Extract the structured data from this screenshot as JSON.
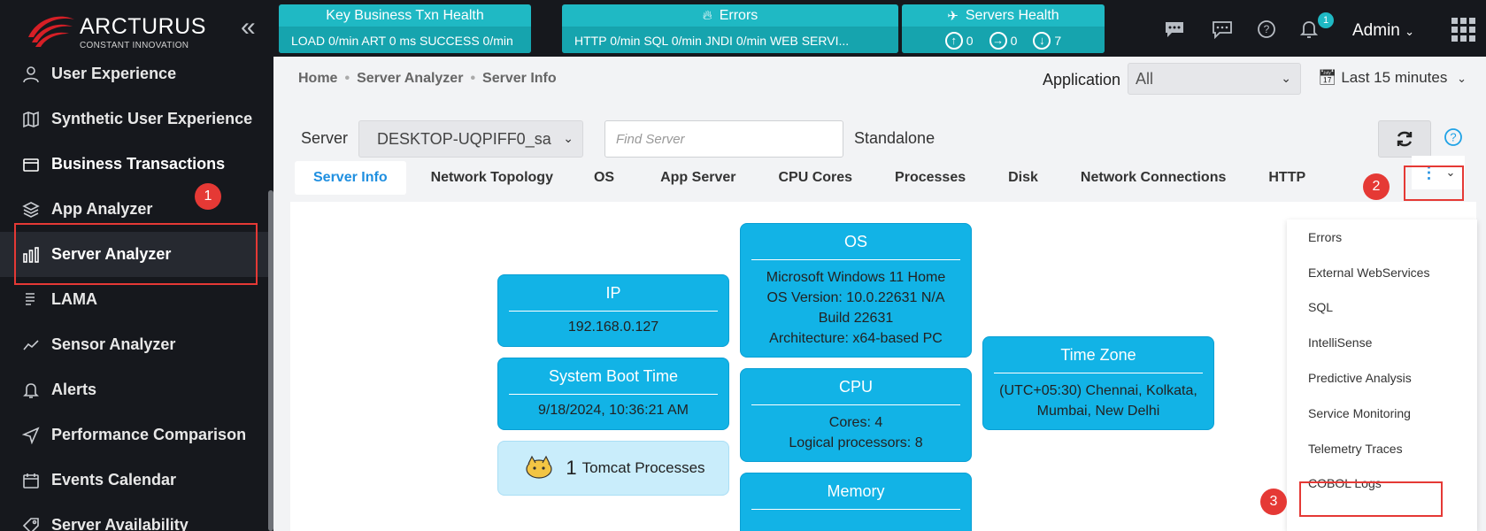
{
  "brand": {
    "name": "ARCTURUS",
    "tagline": "CONSTANT INNOVATION",
    "accent": "#1fb9c4"
  },
  "sidebar": {
    "collapse_glyph": "«",
    "items": [
      {
        "label": "User Experience",
        "icon": "user-icon"
      },
      {
        "label": "Synthetic User Experience",
        "icon": "map-icon"
      },
      {
        "label": "Business Transactions",
        "icon": "folder-icon"
      },
      {
        "label": "App Analyzer",
        "icon": "layers-icon"
      },
      {
        "label": "Server Analyzer",
        "icon": "bar-chart-icon"
      },
      {
        "label": "LAMA",
        "icon": "list-icon"
      },
      {
        "label": "Sensor Analyzer",
        "icon": "trend-icon"
      },
      {
        "label": "Alerts",
        "icon": "bell-icon"
      },
      {
        "label": "Performance Comparison",
        "icon": "send-icon"
      },
      {
        "label": "Events Calendar",
        "icon": "calendar-icon"
      },
      {
        "label": "Server Availability",
        "icon": "tag-icon"
      }
    ]
  },
  "header": {
    "widgets": {
      "key_txn": {
        "title": "Key Business Txn Health",
        "body": "LOAD 0/min  ART 0 ms  SUCCESS 0/min"
      },
      "errors": {
        "title": "Errors",
        "body": "HTTP 0/min  SQL 0/min  JNDI 0/min  WEB SERVI..."
      },
      "servers": {
        "title": "Servers Health",
        "up": "0",
        "right": "0",
        "down": "7"
      }
    },
    "notifications": "1",
    "user": "Admin"
  },
  "main": {
    "breadcrumbs": [
      "Home",
      "Server Analyzer",
      "Server Info"
    ],
    "application_label": "Application",
    "application_value": "All",
    "time_range": "Last 15 minutes",
    "server_label": "Server",
    "server_value": "DESKTOP-UQPIFF0_sa",
    "find_placeholder": "Find Server",
    "mode": "Standalone",
    "tabs": [
      "Server Info",
      "Network Topology",
      "OS",
      "App Server",
      "CPU Cores",
      "Processes",
      "Disk",
      "Network Connections",
      "HTTP"
    ],
    "cards": {
      "ip": {
        "title": "IP",
        "value": "192.168.0.127"
      },
      "boot": {
        "title": "System Boot Time",
        "value": "9/18/2024, 10:36:21 AM"
      },
      "tomcat": {
        "count": "1",
        "label": "Tomcat Processes"
      },
      "os": {
        "title": "OS",
        "line1": "Microsoft Windows 11 Home",
        "line2": "OS Version: 10.0.22631 N/A",
        "line3": "Build 22631",
        "line4": "Architecture: x64-based PC"
      },
      "cpu": {
        "title": "CPU",
        "line1": "Cores: 4",
        "line2": "Logical processors: 8"
      },
      "memory": {
        "title": "Memory"
      },
      "timezone": {
        "title": "Time Zone",
        "line1": "(UTC+05:30) Chennai, Kolkata,",
        "line2": "Mumbai, New Delhi"
      }
    }
  },
  "menu": [
    "Errors",
    "External WebServices",
    "SQL",
    "IntelliSense",
    "Predictive Analysis",
    "Service Monitoring",
    "Telemetry Traces",
    "COBOL Logs"
  ],
  "annotations": [
    "1",
    "2",
    "3"
  ]
}
